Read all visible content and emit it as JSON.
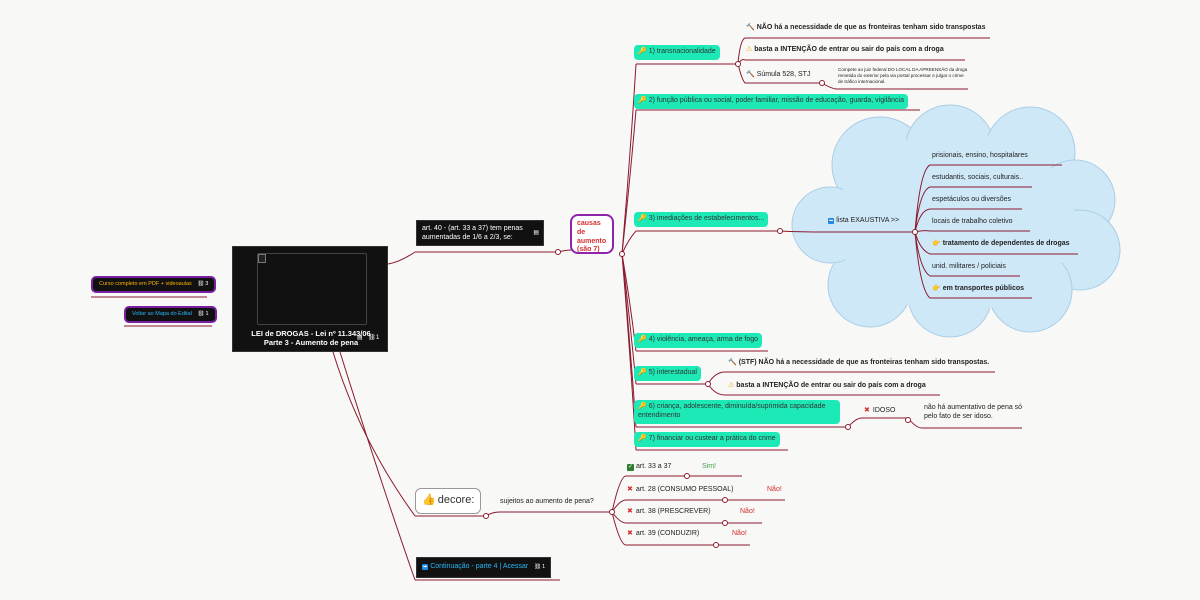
{
  "root": {
    "title_line1": "LEI de DROGAS - Lei nº 11.343/06",
    "title_line2": "Parte 3 - Aumento de pena",
    "link_count": "1"
  },
  "side_links": [
    {
      "label": "Curso completo em PDF + videoaulas",
      "count": "3"
    },
    {
      "label": "Voltar ao Mapa do Edital",
      "count": "1"
    }
  ],
  "art40": {
    "text": "art. 40 - (art. 33 a 37) tem penas aumentadas de 1/6 a 2/3, se:"
  },
  "causas": {
    "text": "causas de aumento (são 7)"
  },
  "items": [
    {
      "text": "1) transnacionalidade"
    },
    {
      "text": "2) função pública ou social, poder familiar, missão de educação, guarda, vigilância"
    },
    {
      "text": "3) imediações de estabelecimentos..."
    },
    {
      "text": "4) violência, ameaça, arma de fogo"
    },
    {
      "text": "5) interestadual"
    },
    {
      "text": "6) criança, adolescente, diminuída/suprimida capacidade entendimento"
    },
    {
      "text": "7) financiar ou custear a prática do crime"
    }
  ],
  "trans_children": [
    {
      "text": "NÃO há a necessidade de que as fronteiras tenham sido transpostas"
    },
    {
      "text": "basta a INTENÇÃO de entrar ou sair do país com a droga"
    },
    {
      "text": "Súmula 528, STJ"
    }
  ],
  "sumula_note": "Compete ao juiz federal DO LOCAL DA APREENSÃO da droga remetida do exterior pela via postal processar e julgar o crime de tráfico internacional.",
  "lista": {
    "text": "lista EXAUSTIVA >>"
  },
  "lista_items": [
    {
      "text": "prisionais, ensino, hospitalares"
    },
    {
      "text": "estudantis, sociais, culturais.."
    },
    {
      "text": "espetáculos ou diversões"
    },
    {
      "text": "locais de trabalho coletivo"
    },
    {
      "text": "tratamento de dependentes de drogas"
    },
    {
      "text": "unid. militares / policiais"
    },
    {
      "text": "em transportes públicos"
    }
  ],
  "inter_children": [
    {
      "text": "(STF) NÃO há a necessidade de que as fronteiras tenham sido transpostas."
    },
    {
      "text": "basta a INTENÇÃO de entrar ou sair do país com a droga"
    }
  ],
  "idoso": {
    "label": "IDOSO",
    "note": "não há aumentativo de pena só pelo fato de ser idoso."
  },
  "decore": {
    "label": "decore:",
    "sub": "sujeitos ao aumento de pena?"
  },
  "decore_items": [
    {
      "text": "art. 33 a 37",
      "answer": "Sim!"
    },
    {
      "text": "art. 28 (CONSUMO PESSOAL)",
      "answer": "Não!"
    },
    {
      "text": "art. 38 (PRESCREVER)",
      "answer": "Não!"
    },
    {
      "text": "art. 39 (CONDUZIR)",
      "answer": "Não!"
    }
  ],
  "continuacao": {
    "text": "Continuação - parte 4 | Acessar",
    "count": "1"
  },
  "colors": {
    "link": "#8b1a2e",
    "green": "#1de9b6",
    "purple": "#7b1fa2",
    "cloud": "#cfe8f8"
  }
}
